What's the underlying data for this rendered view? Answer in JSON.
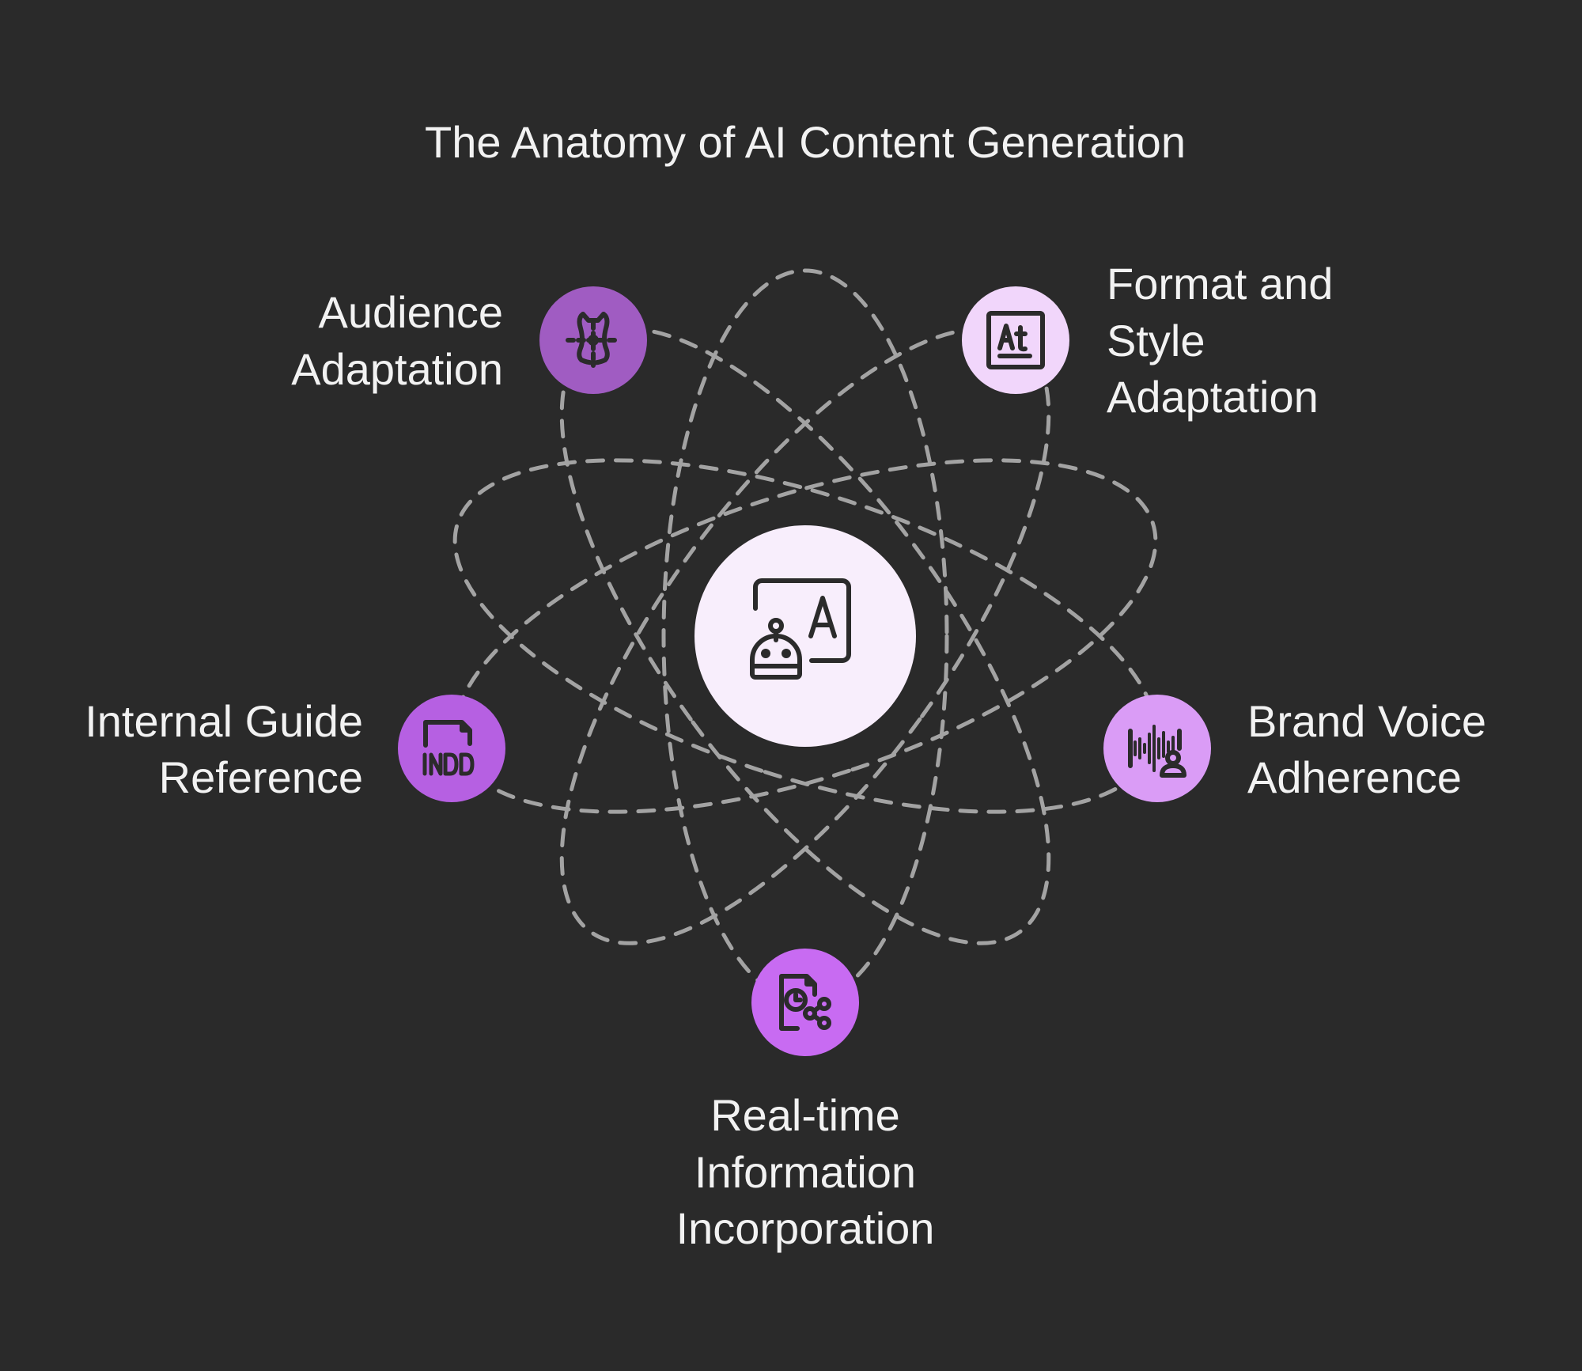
{
  "title": "The Anatomy of AI Content Generation",
  "center": {
    "icon": "robot-writing-icon"
  },
  "nodes": [
    {
      "id": "audience",
      "lines": [
        "Audience",
        "Adaptation"
      ],
      "icon": "dress-form-icon",
      "color": "#a05cc2"
    },
    {
      "id": "format",
      "lines": [
        "Format and",
        "Style",
        "Adaptation"
      ],
      "icon": "text-style-icon",
      "color": "#f1d6fb"
    },
    {
      "id": "internal",
      "lines": [
        "Internal Guide",
        "Reference"
      ],
      "icon": "indd-file-icon",
      "color": "#b660e2"
    },
    {
      "id": "brand",
      "lines": [
        "Brand Voice",
        "Adherence"
      ],
      "icon": "voice-wave-user-icon",
      "color": "#da9cf6"
    },
    {
      "id": "realtime",
      "lines": [
        "Real-time",
        "Information",
        "Incorporation"
      ],
      "icon": "file-clock-share-icon",
      "color": "#c86bf2"
    }
  ],
  "colors": {
    "background": "#2a2a2a",
    "center": "#f8eefc",
    "orbit": "#a3a3a3",
    "text": "#f2f2f2"
  }
}
